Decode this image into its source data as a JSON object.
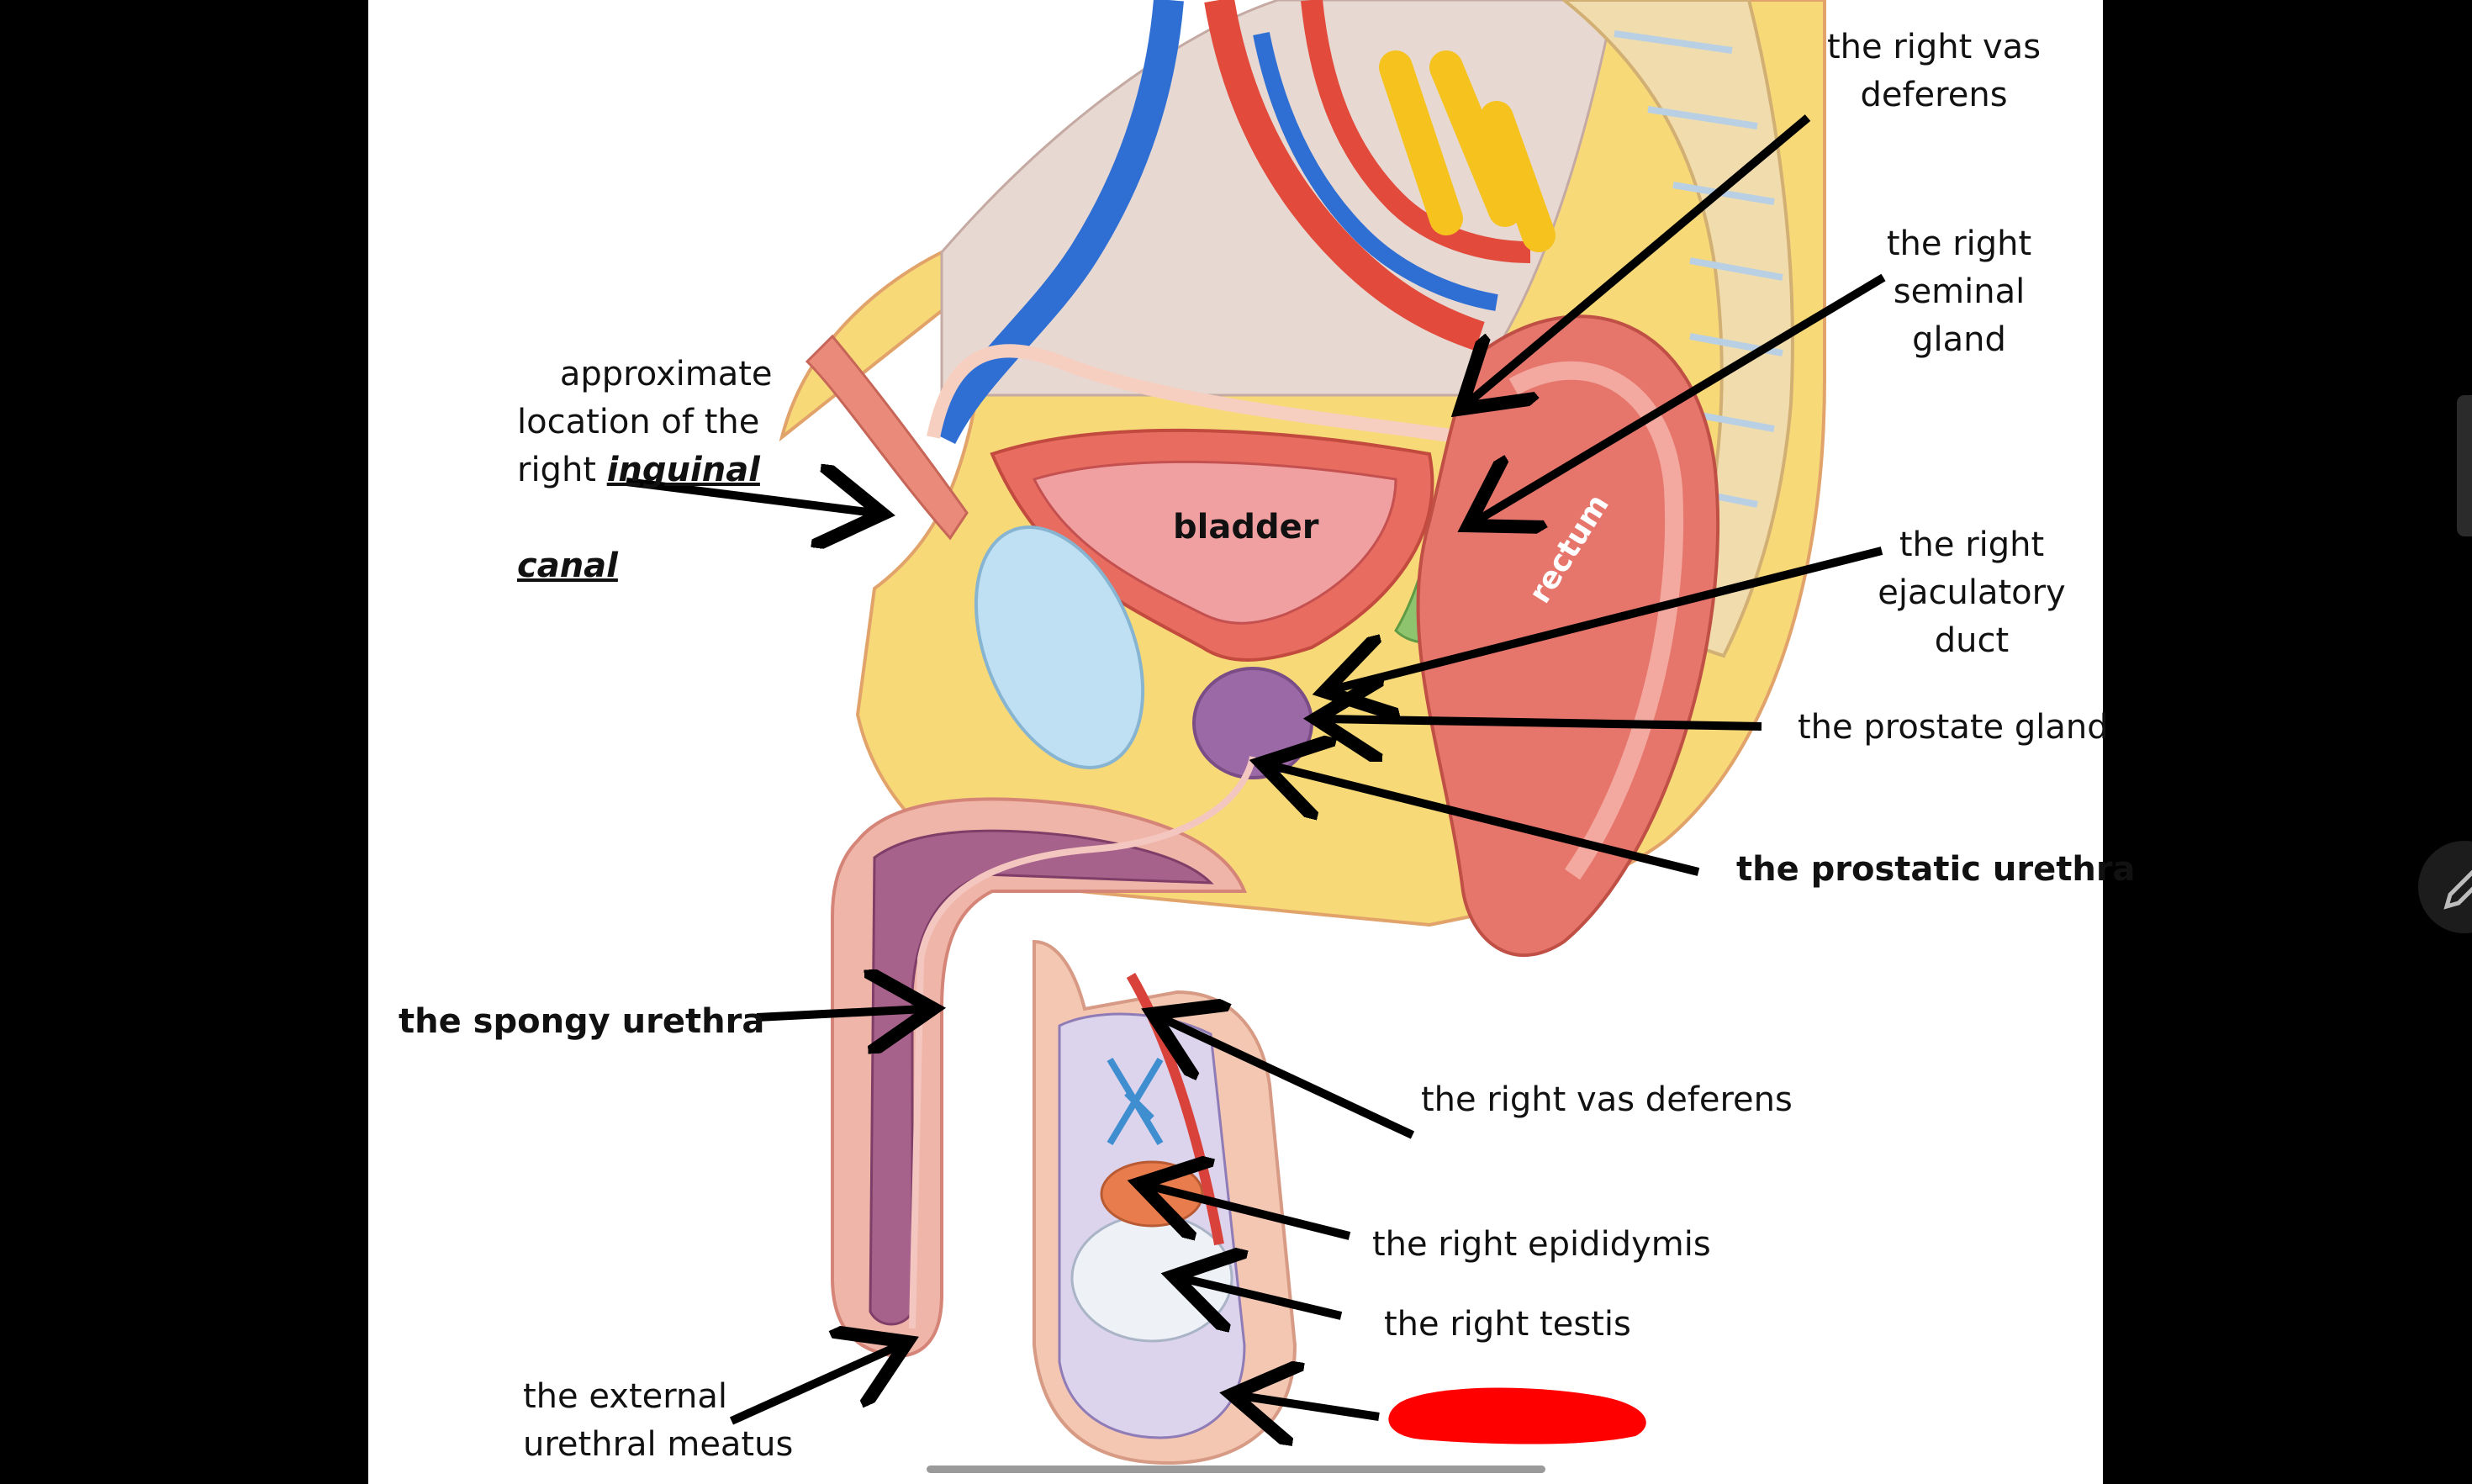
{
  "labels": {
    "right_vas_deferens_top": "the right vas\ndeferens",
    "right_seminal_gland": "the right\nseminal\ngland",
    "inguinal_prefix": "approximate\nlocation of the\nright ",
    "inguinal_word": "inguinal",
    "canal_word": "canal",
    "right_ejaculatory_duct": "the right\nejaculatory\nduct",
    "prostate_gland": "the prostate gland",
    "prostatic_urethra": "the prostatic urethra",
    "spongy_urethra": "the spongy urethra",
    "right_vas_deferens_lower": "the right vas deferens",
    "right_epididymis": "the right epididymis",
    "right_testis": "the right testis",
    "external_urethral_meatus": "the external\nurethral meatus",
    "bladder": "bladder",
    "rectum": "rectum"
  },
  "colors": {
    "redaction": "#ff0000",
    "arrow": "#000000",
    "background": "#000000",
    "panel": "#ffffff"
  },
  "icons": {
    "edit": "pencil-icon"
  }
}
